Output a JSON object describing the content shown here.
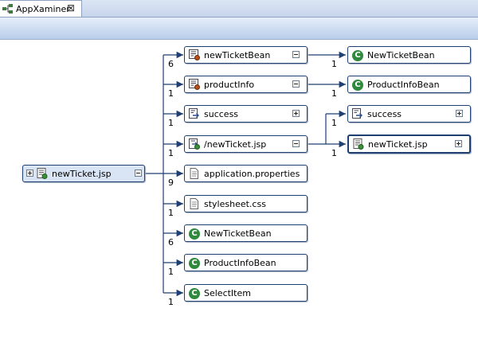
{
  "tab": {
    "label": "AppXaminer",
    "close": "⊠"
  },
  "root": {
    "label": "newTicket.jsp"
  },
  "children": [
    {
      "label": "newTicketBean",
      "mult": "6",
      "icon": "bean-property-icon"
    },
    {
      "label": "productInfo",
      "mult": "1",
      "icon": "bean-property-icon"
    },
    {
      "label": "success",
      "mult": "1",
      "icon": "forward-icon"
    },
    {
      "label": "/newTicket.jsp",
      "mult": "1",
      "icon": "jsp-forward-icon"
    },
    {
      "label": "application.properties",
      "mult": "9",
      "icon": "file-icon"
    },
    {
      "label": "stylesheet.css",
      "mult": "1",
      "icon": "file-icon"
    },
    {
      "label": "NewTicketBean",
      "mult": "6",
      "icon": "class-icon"
    },
    {
      "label": "ProductInfoBean",
      "mult": "1",
      "icon": "class-icon"
    },
    {
      "label": "SelectItem",
      "mult": "1",
      "icon": "class-icon"
    }
  ],
  "level2": [
    {
      "label": "NewTicketBean",
      "mult": "1",
      "icon": "class-icon"
    },
    {
      "label": "ProductInfoBean",
      "mult": "1",
      "icon": "class-icon"
    },
    {
      "label": "success",
      "mult": "1",
      "icon": "forward-icon"
    },
    {
      "label": "newTicket.jsp",
      "mult": "1",
      "icon": "jsp-page-icon"
    }
  ],
  "colors": {
    "edge": "#1f3f72",
    "node_border": "#1f3f72",
    "class_icon": "#2f8a3d"
  }
}
